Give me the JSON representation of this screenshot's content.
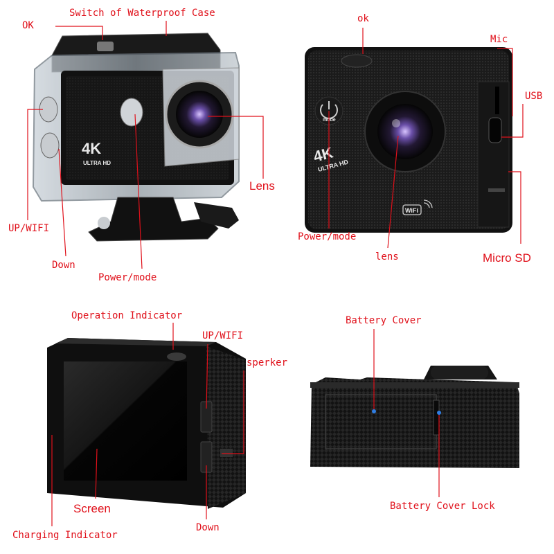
{
  "labels": {
    "ok_tl": "OK",
    "switch_case": "Switch of Waterproof Case",
    "lens_tl": "Lens",
    "up_wifi_tl": "UP/WIFI",
    "down_tl": "Down",
    "power_mode_tl": "Power/mode",
    "ok_tr": "ok",
    "mic": "Mic",
    "usb": "USB",
    "power_mode_tr": "Power/mode",
    "lens_tr": "lens",
    "micro_sd": "Micro SD",
    "operation_indicator": "Operation Indicator",
    "up_wifi_bl": "UP/WIFI",
    "sperker": "sperker",
    "screen": "Screen",
    "charging_indicator": "Charging Indicator",
    "down_bl": "Down",
    "battery_cover": "Battery Cover",
    "battery_cover_lock": "Battery Cover Lock"
  },
  "camera_print": {
    "resolution": "4K",
    "subtitle": "ULTRA HD",
    "mode_button": "mode",
    "wifi_badge": "WiFi"
  },
  "colors": {
    "leader_line": "#e0101a",
    "camera_body": "#141414",
    "housing": "#9aa4ad"
  }
}
